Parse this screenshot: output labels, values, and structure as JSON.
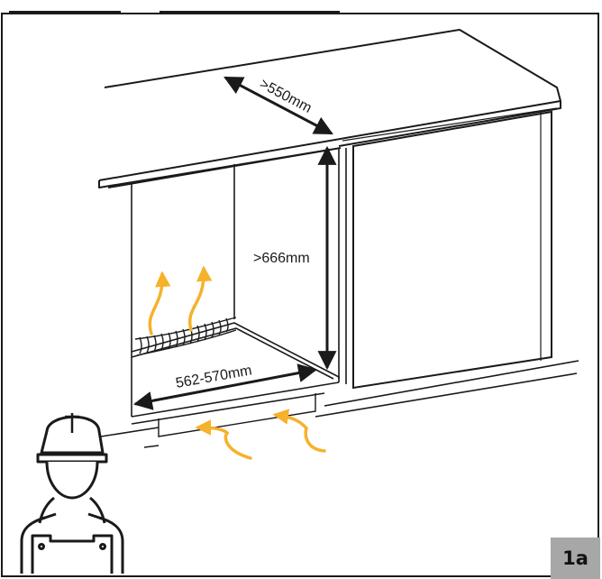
{
  "figure": {
    "badge": "1a"
  },
  "dimensions": {
    "depth": ">550mm",
    "height": ">666mm",
    "width": "562-570mm"
  },
  "colors": {
    "line": "#1a1a1a",
    "airflow_arrow": "#f5b22a",
    "badge_bg": "#a7a7a7"
  },
  "icons": {
    "installer": "technician-with-hard-hat-icon",
    "airflow": "warm-air-arrow-icon"
  }
}
